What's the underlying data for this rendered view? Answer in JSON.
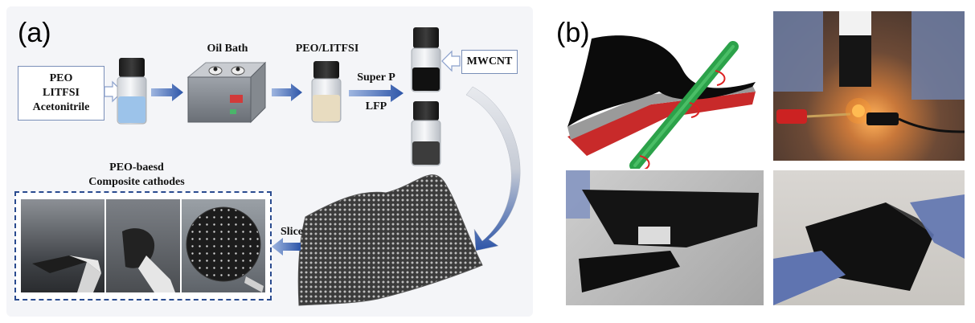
{
  "panel_a": {
    "label": "(a)",
    "inputs": [
      "PEO",
      "LITFSI",
      "Acetonitrile"
    ],
    "oil_bath": "Oil Bath",
    "peo_litfsi": "PEO/LITFSI",
    "super_p": "Super P",
    "lfp": "LFP",
    "mwcnt": "MWCNT",
    "slice": "Slice",
    "cathode_title": [
      "PEO-baesd",
      "Composite cathodes"
    ]
  },
  "panel_b": {
    "label": "(b)"
  },
  "colors": {
    "arrow_blue": "#2d55a8",
    "box_border": "#2a4b8f",
    "led_glow": "#ff9a2e"
  }
}
